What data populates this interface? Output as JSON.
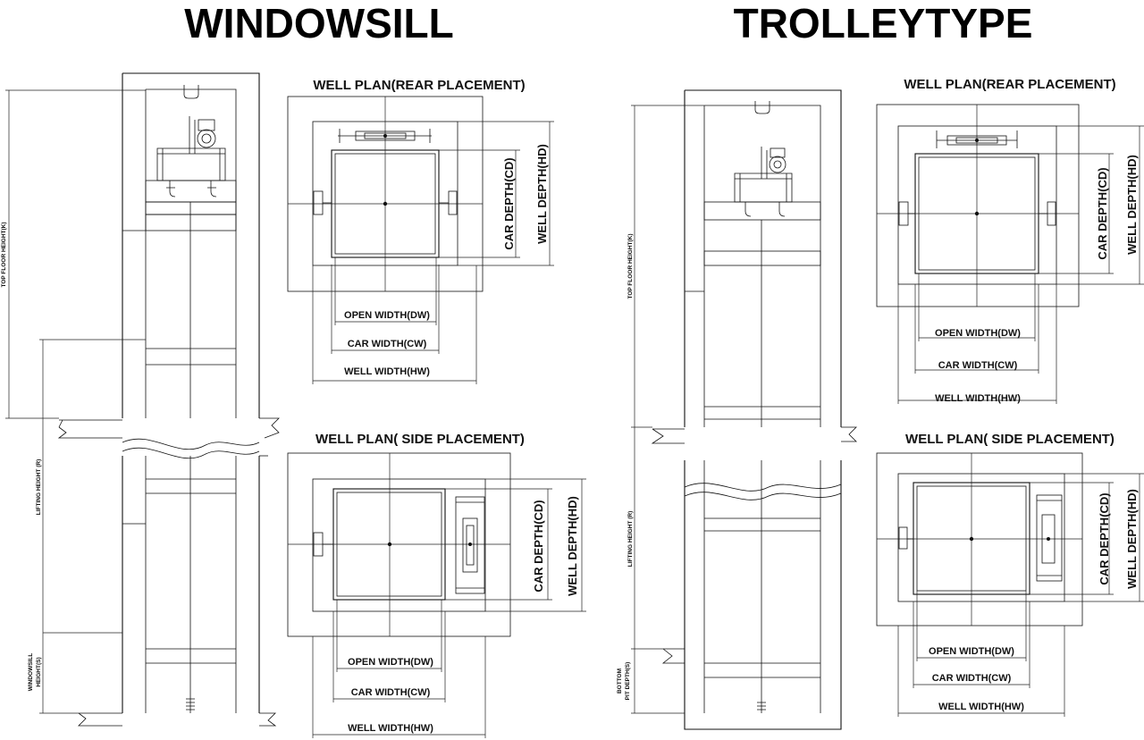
{
  "titles": {
    "left": "WINDOWSILL",
    "right": "TROLLEYTYPE"
  },
  "plans": {
    "rear_title": "WELL PLAN(REAR PLACEMENT)",
    "side_title": "WELL PLAN( SIDE PLACEMENT)"
  },
  "dimensions": {
    "open_width": "OPEN WIDTH(DW)",
    "car_width": "CAR WIDTH(CW)",
    "well_width": "WELL WIDTH(HW)",
    "car_depth": "CAR DEPTH(CD)",
    "well_depth": "WELL DEPTH(HD)"
  },
  "elevations": {
    "top_floor_height": "TOP FLOOR HEIGHT(K)",
    "lifting_height": "LIFTING HEIGHT (R)",
    "windowsill_height_l1": "WINDOWSILL",
    "windowsill_height_l2": "HEIGHT(S)",
    "bottom_pit_l1": "BOTTOM",
    "bottom_pit_l2": "PIT DEPTH(S)"
  }
}
